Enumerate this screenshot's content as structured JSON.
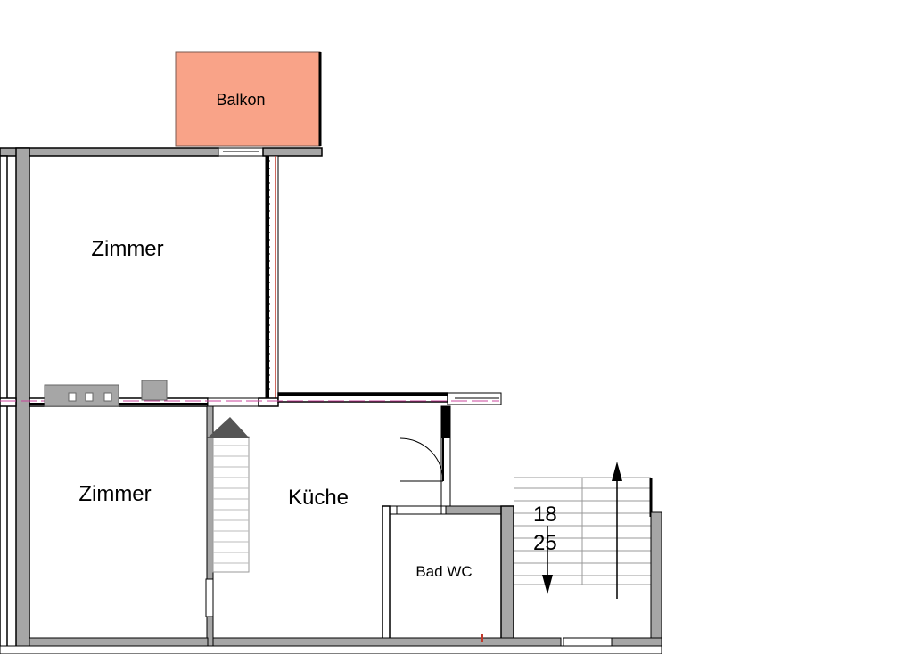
{
  "rooms": {
    "balkon": "Balkon",
    "zimmer_top": "Zimmer",
    "zimmer_bottom": "Zimmer",
    "kueche": "Küche",
    "bad": "Bad WC"
  },
  "stair": {
    "steps": "18",
    "riser": "25"
  },
  "colors": {
    "wall": "#a6a6a6",
    "balcony_fill": "#f9a388",
    "cut_line": "#c8449b",
    "accent_red": "#c0392b"
  }
}
